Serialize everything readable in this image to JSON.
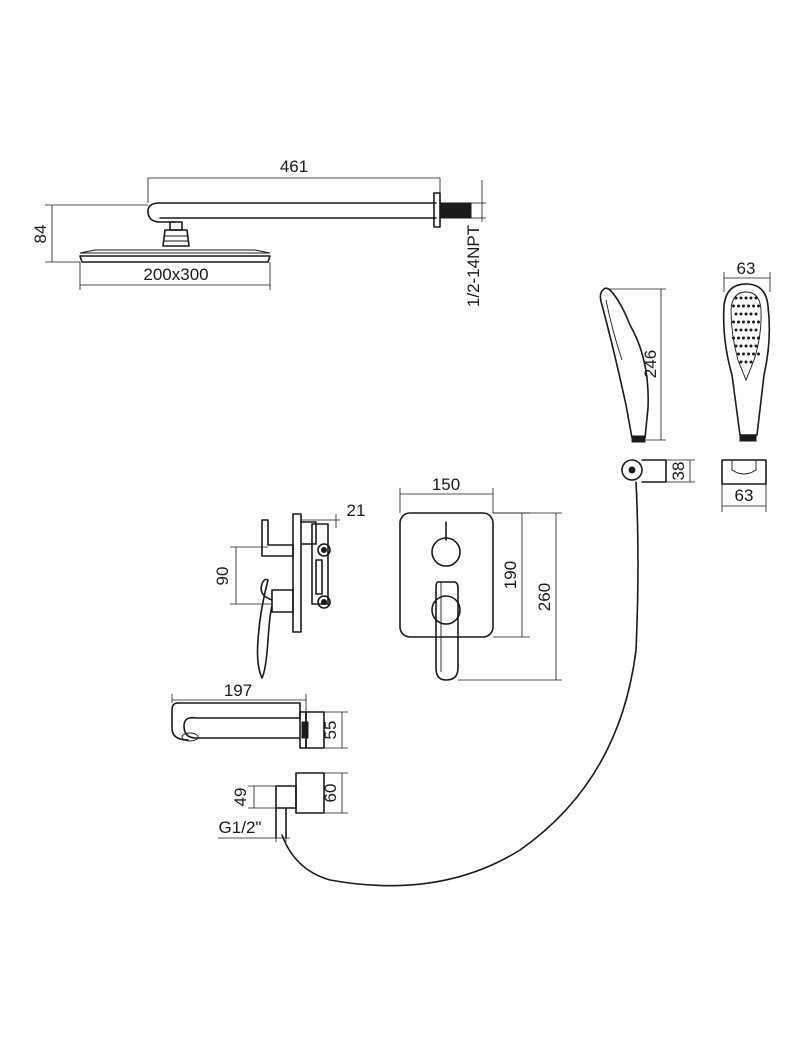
{
  "dimensions": {
    "arm_length": "461",
    "head_height": "84",
    "head_size": "200x300",
    "thread_npt": "1/2-14NPT",
    "hand_shower_width": "63",
    "hand_shower_length": "246",
    "holder_depth": "38",
    "holder_width": "63",
    "valve_depth": "21",
    "valve_spacing": "90",
    "plate_width": "150",
    "plate_height": "190",
    "overall_height": "260",
    "spout_length": "197",
    "spout_height": "55",
    "outlet_offset": "49",
    "outlet_height": "60",
    "outlet_thread": "G1/2\""
  }
}
